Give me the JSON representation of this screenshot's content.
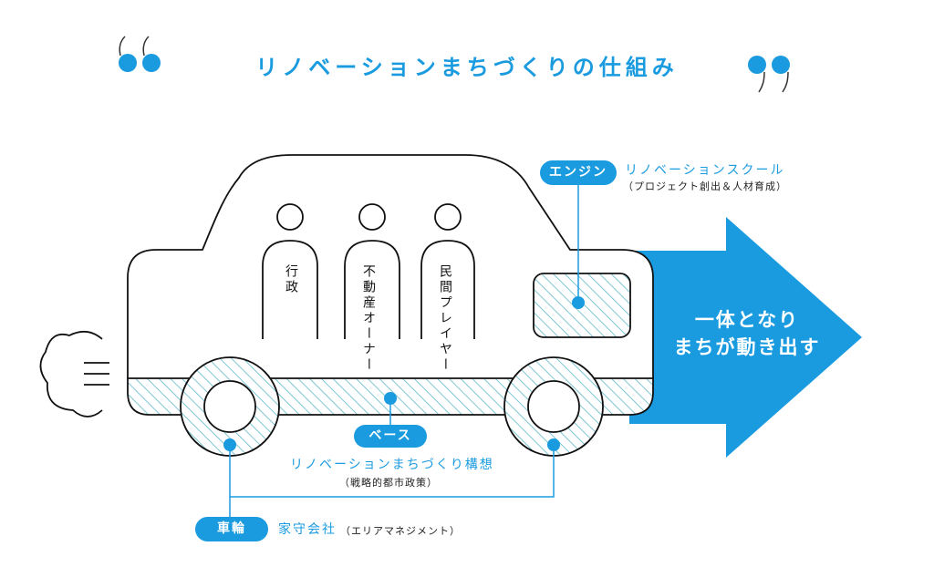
{
  "title": "リノベーションまちづくりの仕組み",
  "colors": {
    "accent": "#1a9be0",
    "stroke": "#111111",
    "hatch": "#5fb8c9",
    "background": "#ffffff"
  },
  "icons": [
    "open-quote-icon",
    "close-quote-icon",
    "exhaust-cloud-icon",
    "person-icon"
  ],
  "engine": {
    "tag": "エンジン",
    "label": "リノベーションスクール",
    "sub": "（プロジェクト創出＆人材育成）"
  },
  "base": {
    "tag": "ベース",
    "label": "リノベーションまちづくり構想",
    "sub": "（戦略的都市政策）"
  },
  "wheels": {
    "tag": "車輪",
    "label": "家守会社",
    "sub": "（エリアマネジメント）"
  },
  "passengers": [
    "行政",
    "不動産オーナー",
    "民間プレイヤー"
  ],
  "arrow": {
    "line1": "一体となり",
    "line2": "まちが動き出す"
  }
}
